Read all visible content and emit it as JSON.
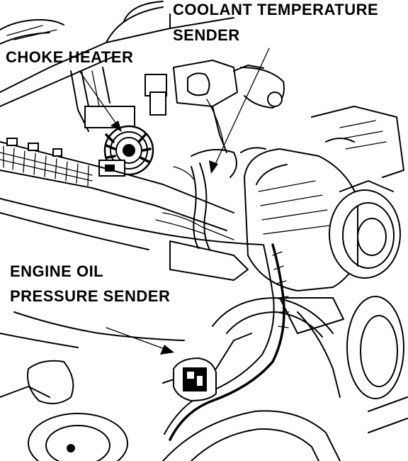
{
  "labels": {
    "coolant_line1": "COOLANT TEMPERATURE",
    "coolant_line2": "SENDER",
    "choke": "CHOKE HEATER",
    "oil_line1": "ENGINE OIL",
    "oil_line2": "PRESSURE SENDER"
  }
}
